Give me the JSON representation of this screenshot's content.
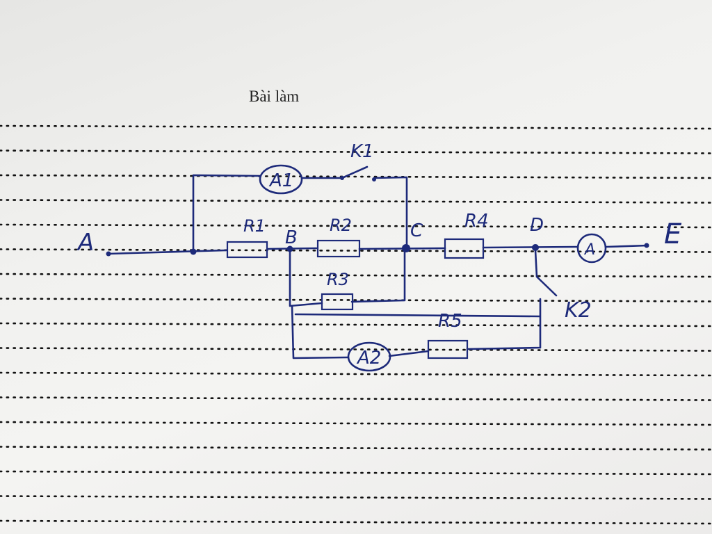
{
  "page": {
    "heading": "Bài làm",
    "paper_color": "#f1f1ef",
    "ink_color": "#1d2a7a",
    "dotted_rule_count": 18
  },
  "circuit": {
    "nodes": {
      "A": "A",
      "B": "B",
      "C": "C",
      "D": "D",
      "E": "E"
    },
    "resistors": {
      "r1": "R1",
      "r2": "R2",
      "r3": "R3",
      "r4": "R4",
      "r5": "R5"
    },
    "meters": {
      "a1": "A1",
      "a2": "A2",
      "a": "A"
    },
    "switches": {
      "k1": "K1",
      "k2": "K2"
    }
  }
}
